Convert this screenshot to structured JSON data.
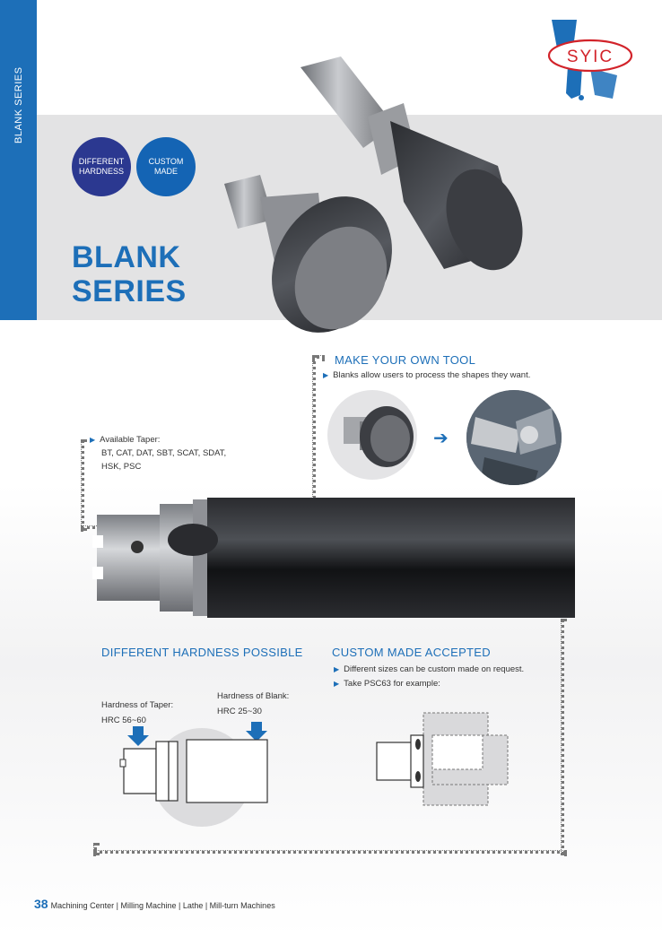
{
  "sidebar": {
    "label": "BLANK SERIES"
  },
  "logo": {
    "text": "SYIC"
  },
  "badges": [
    {
      "label": "DIFFERENT HARDNESS",
      "color": "#2b3890"
    },
    {
      "label": "CUSTOM MADE",
      "color": "#1464b4"
    }
  ],
  "title": {
    "line1": "BLANK",
    "line2": "SERIES"
  },
  "make_tool": {
    "heading": "MAKE YOUR OWN TOOL",
    "text": "Blanks allow users to process the shapes they want."
  },
  "taper": {
    "label": "Available Taper:",
    "line1": "BT, CAT, DAT, SBT, SCAT, SDAT,",
    "line2": "HSK, PSC"
  },
  "hardness": {
    "heading": "DIFFERENT HARDNESS POSSIBLE",
    "taper_label": "Hardness of Taper:",
    "taper_value": "HRC 56~60",
    "blank_label": "Hardness of Blank:",
    "blank_value": "HRC 25~30"
  },
  "custom": {
    "heading": "CUSTOM MADE ACCEPTED",
    "bullet1": "Different sizes can be custom made on request.",
    "bullet2": "Take PSC63 for example:"
  },
  "footer": {
    "page": "38",
    "text": "Machining Center | Milling Machine | Lathe | Mill-turn Machines"
  },
  "colors": {
    "brand_blue": "#1d6fb8",
    "logo_red": "#d2232a"
  }
}
